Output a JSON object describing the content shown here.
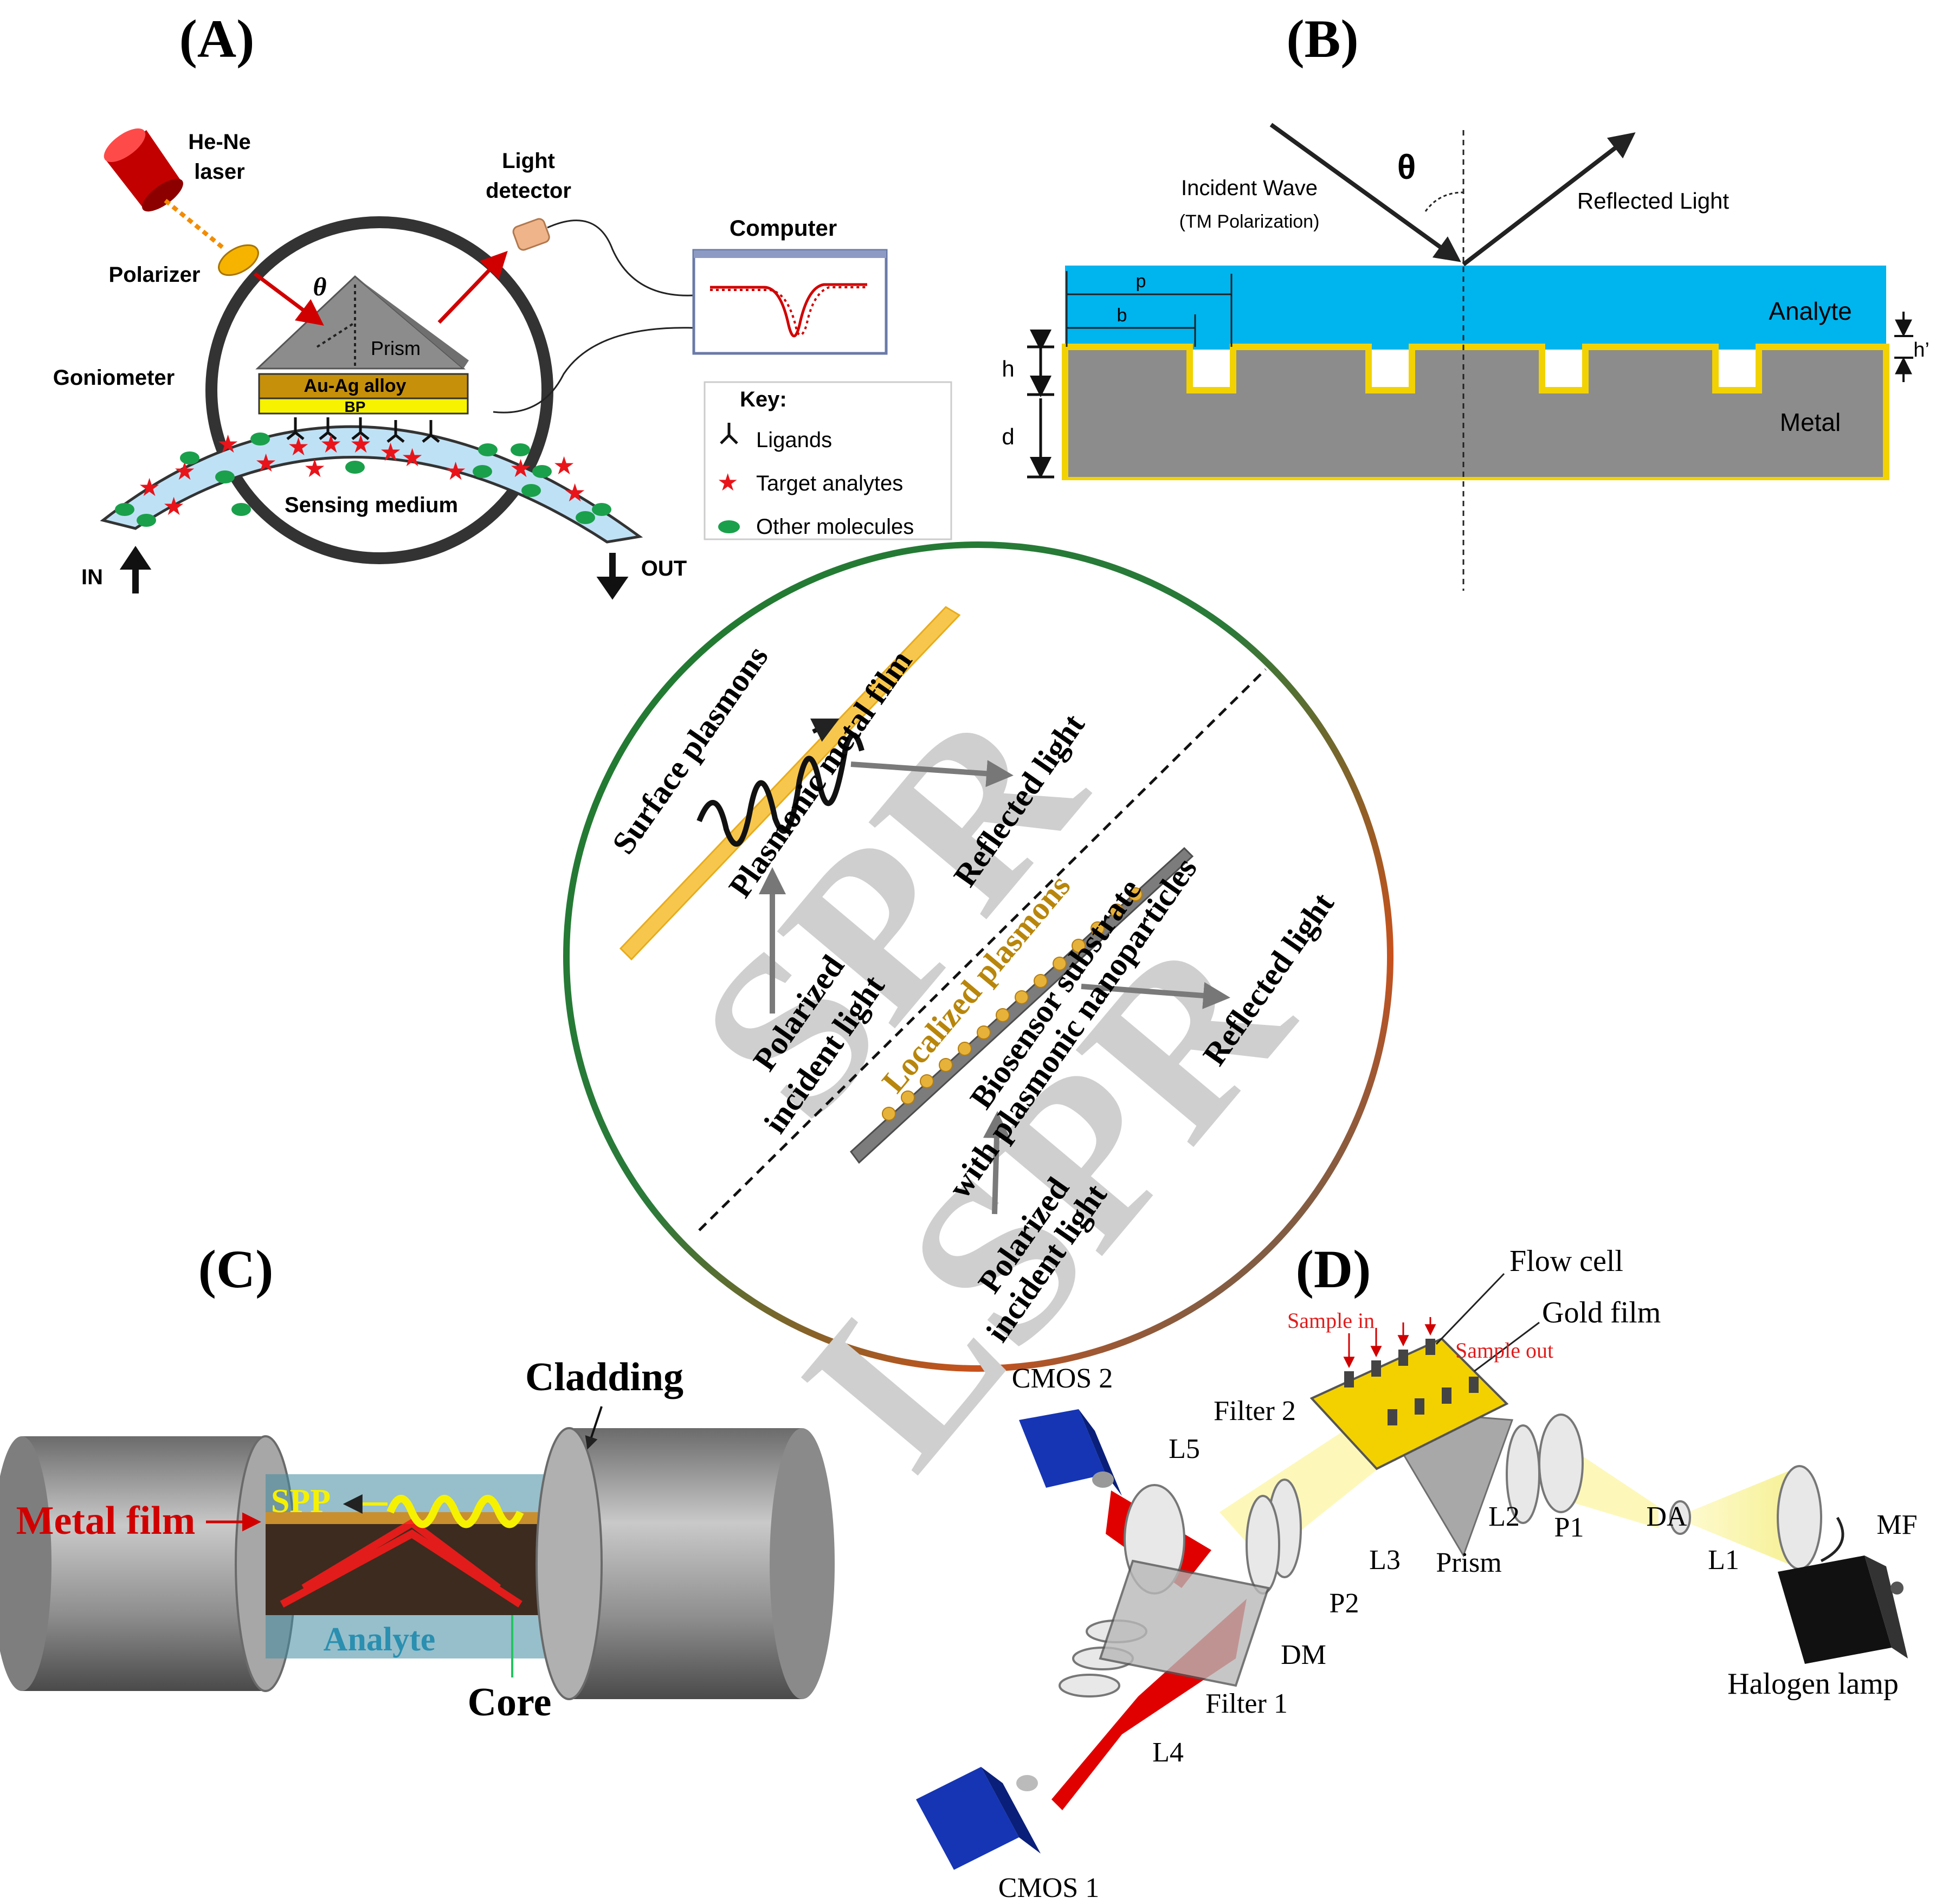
{
  "panels": {
    "a": {
      "label": "(A)",
      "laser": "He-Ne\nlaser",
      "polarizer": "Polarizer",
      "theta": "θ",
      "light_detector": "Light\ndetector",
      "computer": "Computer",
      "prism": "Prism",
      "alloy": "Au-Ag alloy",
      "bp": "BP",
      "goniometer": "Goniometer",
      "sensing_medium": "Sensing medium",
      "in": "IN",
      "out": "OUT",
      "key": {
        "title": "Key:",
        "items": [
          "Ligands",
          "Target analytes",
          "Other molecules"
        ]
      }
    },
    "b": {
      "label": "(B)",
      "theta": "θ",
      "incident": "Incident Wave",
      "polarization": "(TM Polarization)",
      "reflected": "Reflected Light",
      "analyte": "Analyte",
      "metal": "Metal",
      "p": "p",
      "b": "b",
      "h": "h",
      "d": "d",
      "h_prime": "h’"
    },
    "center": {
      "surface_plasmons": "Surface plasmons",
      "plasmonic_film": "Plasmonic metal film",
      "reflected_top": "Reflected light",
      "polarized_top": "Polarized",
      "incident_top": "incident light",
      "localized": "Localized plasmons",
      "biosensor": "Biosensor substrate",
      "nanoparticles": "with plasmonic nanoparticles",
      "reflected_bottom": "Reflected light",
      "polarized_bottom": "Polarized",
      "incident_bottom": "incident light",
      "spr": "SPR",
      "lspr": "LSPR"
    },
    "c": {
      "label": "(C)",
      "cladding": "Cladding",
      "metal_film": "Metal film",
      "spp": "SPP",
      "analyte": "Analyte",
      "core": "Core"
    },
    "d": {
      "label": "(D)",
      "flow_cell": "Flow cell",
      "gold_film": "Gold film",
      "sample_in": "Sample in",
      "sample_out": "Sample out",
      "cmos2": "CMOS 2",
      "filter2": "Filter 2",
      "l5": "L5",
      "l3": "L3",
      "prism": "Prism",
      "l2": "L2",
      "p1": "P1",
      "da": "DA",
      "l1": "L1",
      "mf": "MF",
      "p2": "P2",
      "dm": "DM",
      "filter1": "Filter 1",
      "l4": "L4",
      "halogen": "Halogen lamp",
      "cmos1": "CMOS 1"
    }
  },
  "colors": {
    "laser_red": "#d10000",
    "analyte_blue": "#00b4ee",
    "gold": "#f2d200",
    "metal_gray": "#8c8c8c",
    "ring_green": "#1f7a2e",
    "ring_orange": "#c8511c",
    "ring_teal": "#1d6d7a",
    "film_yellow": "#f7c74d",
    "camera_blue": "#1535b5"
  }
}
